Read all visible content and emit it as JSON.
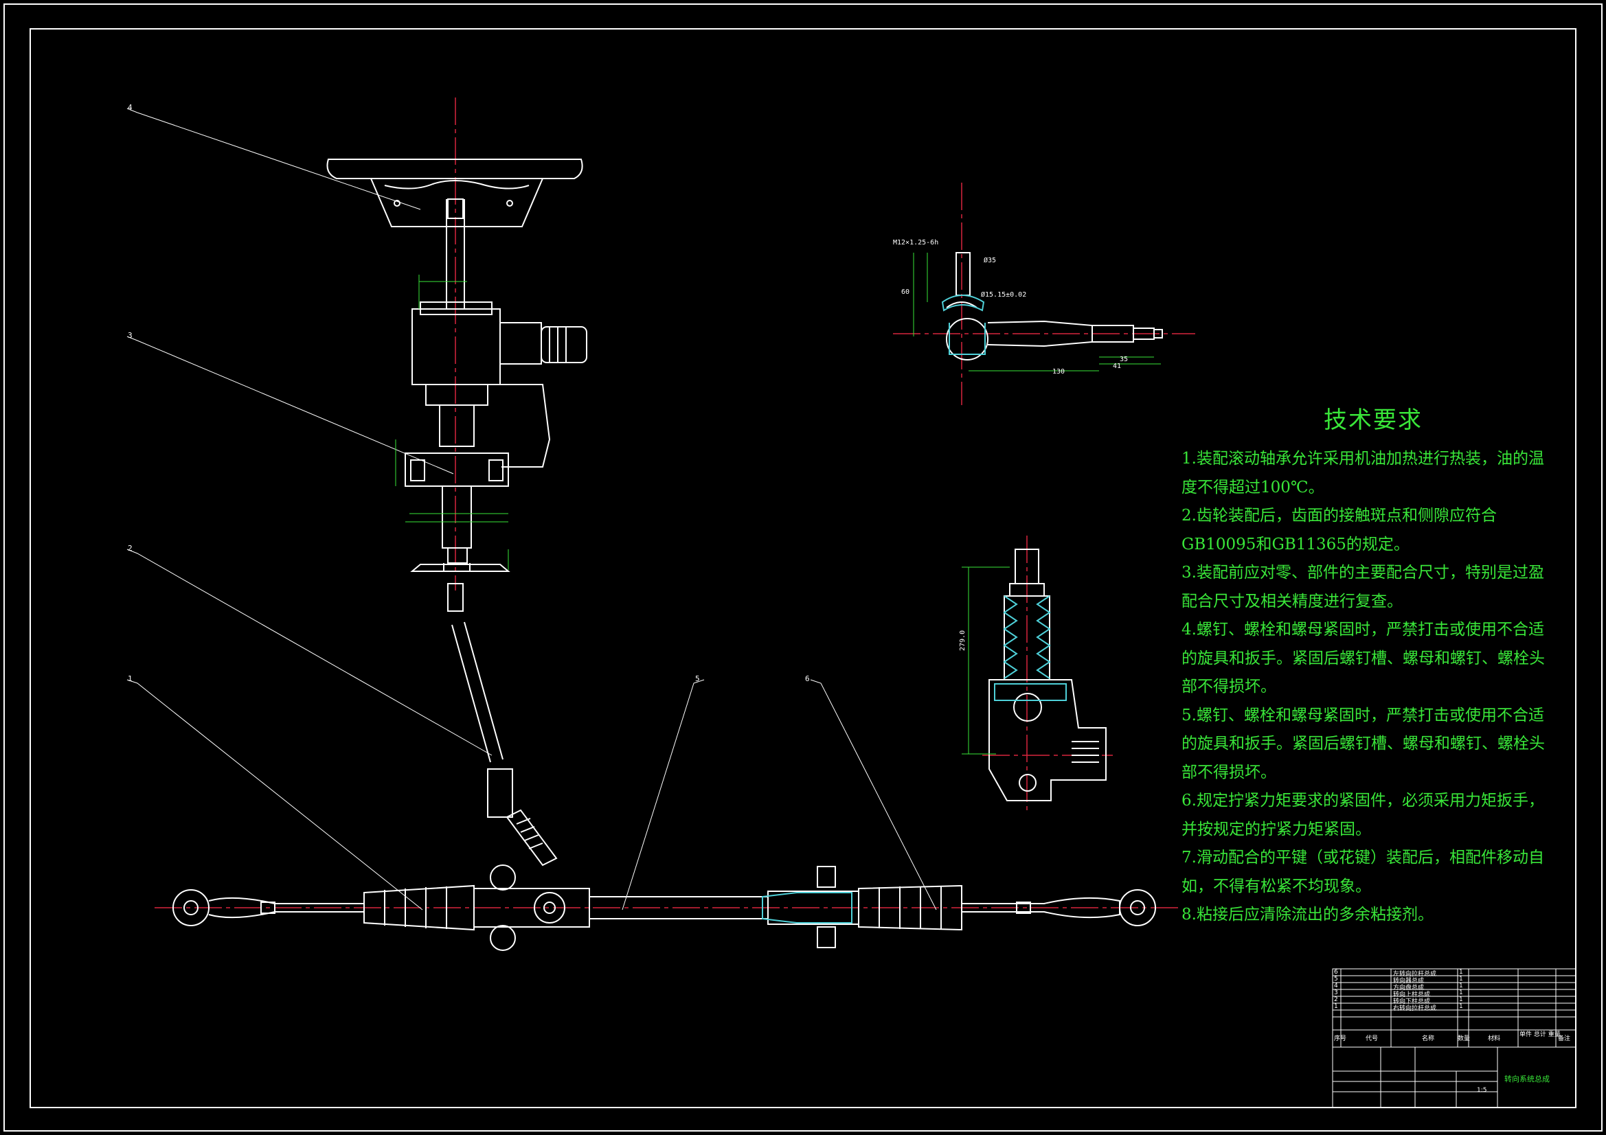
{
  "drawing": {
    "tech_requirements": {
      "title": "技术要求",
      "items": [
        "1.装配滚动轴承允许采用机油加热进行热装，油的温度不得超过100℃。",
        "2.齿轮装配后，齿面的接触斑点和侧隙应符合GB10095和GB11365的规定。",
        "3.装配前应对零、部件的主要配合尺寸，特别是过盈配合尺寸及相关精度进行复查。",
        "4.螺钉、螺栓和螺母紧固时，严禁打击或使用不合适的旋具和扳手。紧固后螺钉槽、螺母和螺钉、螺栓头部不得损坏。",
        "5.螺钉、螺栓和螺母紧固时，严禁打击或使用不合适的旋具和扳手。紧固后螺钉槽、螺母和螺钉、螺栓头部不得损坏。",
        "6.规定拧紧力矩要求的紧固件，必须采用力矩扳手，并按规定的拧紧力矩紧固。",
        "7.滑动配合的平键（或花键）装配后，相配件移动自如，不得有松紧不均现象。",
        "8.粘接后应清除流出的多余粘接剂。"
      ]
    },
    "balloons": [
      "4",
      "3",
      "2",
      "1",
      "5",
      "6"
    ],
    "dimensions": {
      "thread": "M12×1.25-6h",
      "d35": "Ø35",
      "d15": "Ø15.15±0.02",
      "d60": "60",
      "d130": "130",
      "d35b": "35",
      "d41": "41",
      "d279": "279.0"
    },
    "title_block": {
      "header": {
        "no": "序号",
        "code": "代号",
        "name": "名称",
        "qty": "数量",
        "material": "材料",
        "weight": "单件 总计 重量",
        "remark": "备注"
      },
      "parts": [
        {
          "no": "6",
          "name": "左转向拉杆总成",
          "qty": "1"
        },
        {
          "no": "5",
          "name": "转向器总成",
          "qty": "1"
        },
        {
          "no": "4",
          "name": "方向盘总成",
          "qty": "1"
        },
        {
          "no": "3",
          "name": "转向上柱总成",
          "qty": "1"
        },
        {
          "no": "2",
          "name": "转向下柱总成",
          "qty": "1"
        },
        {
          "no": "1",
          "name": "右转向拉杆总成",
          "qty": "1"
        }
      ],
      "drawing_title": "转向系统总成",
      "scale": "1:5"
    }
  },
  "colors": {
    "background": "#000000",
    "line": "#ffffff",
    "center": "#d7263d",
    "dim": "#39e639",
    "cyan": "#4fd1d9"
  }
}
